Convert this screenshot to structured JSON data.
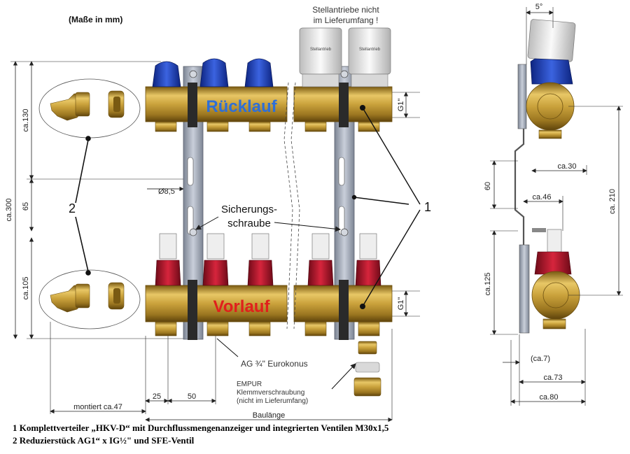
{
  "header": {
    "units_note": "(Maße in mm)"
  },
  "callouts": {
    "actuators_note_line1": "Stellantriebe nicht",
    "actuators_note_line2": "im Lieferumfang !",
    "actuator_brand": "Stellantrieb",
    "return_label": "Rücklauf",
    "flow_label": "Vorlauf",
    "screw_line1": "Sicherungs-",
    "screw_line2": "schraube",
    "marker_1": "1",
    "marker_2": "2",
    "eurokonus": "AG ¾\" Eurokonus",
    "empur_line1": "EMPUR",
    "empur_line2": "Klemmverschraubung",
    "empur_line3": "(nicht im Lieferumfang)"
  },
  "dimensions": {
    "ca130": "ca.130",
    "ca300": "ca.300",
    "d65": "65",
    "ca105": "ca.105",
    "d85": "Ø8,5",
    "g1_top": "G1\"",
    "g1_bottom": "G1\"",
    "d25": "25",
    "d50": "50",
    "montiert": "montiert ca.47",
    "baulaenge": "Baulänge",
    "deg5": "5°",
    "ca30": "ca.30",
    "d60": "60",
    "ca46": "ca.46",
    "ca210": "ca. 210",
    "ca125": "ca.125",
    "ca7": "(ca.7)",
    "ca73": "ca.73",
    "ca80": "ca.80"
  },
  "notes": {
    "note1": "1 Komplettverteiler „HKV-D“ mit Durchflussmengenanzeiger und integrierten Ventilen M30x1,5",
    "note2": "2 Reduzierstück AG1“ x IG½\" und SFE-Ventil"
  },
  "colors": {
    "brass": "#c9a23a",
    "brass_dark": "#8a6a1c",
    "blue_cap": "#1d3fb0",
    "red_cap": "#b3132b",
    "steel": "#9ea6b4",
    "return_text": "#2f6fd6",
    "flow_text": "#e0201c"
  }
}
